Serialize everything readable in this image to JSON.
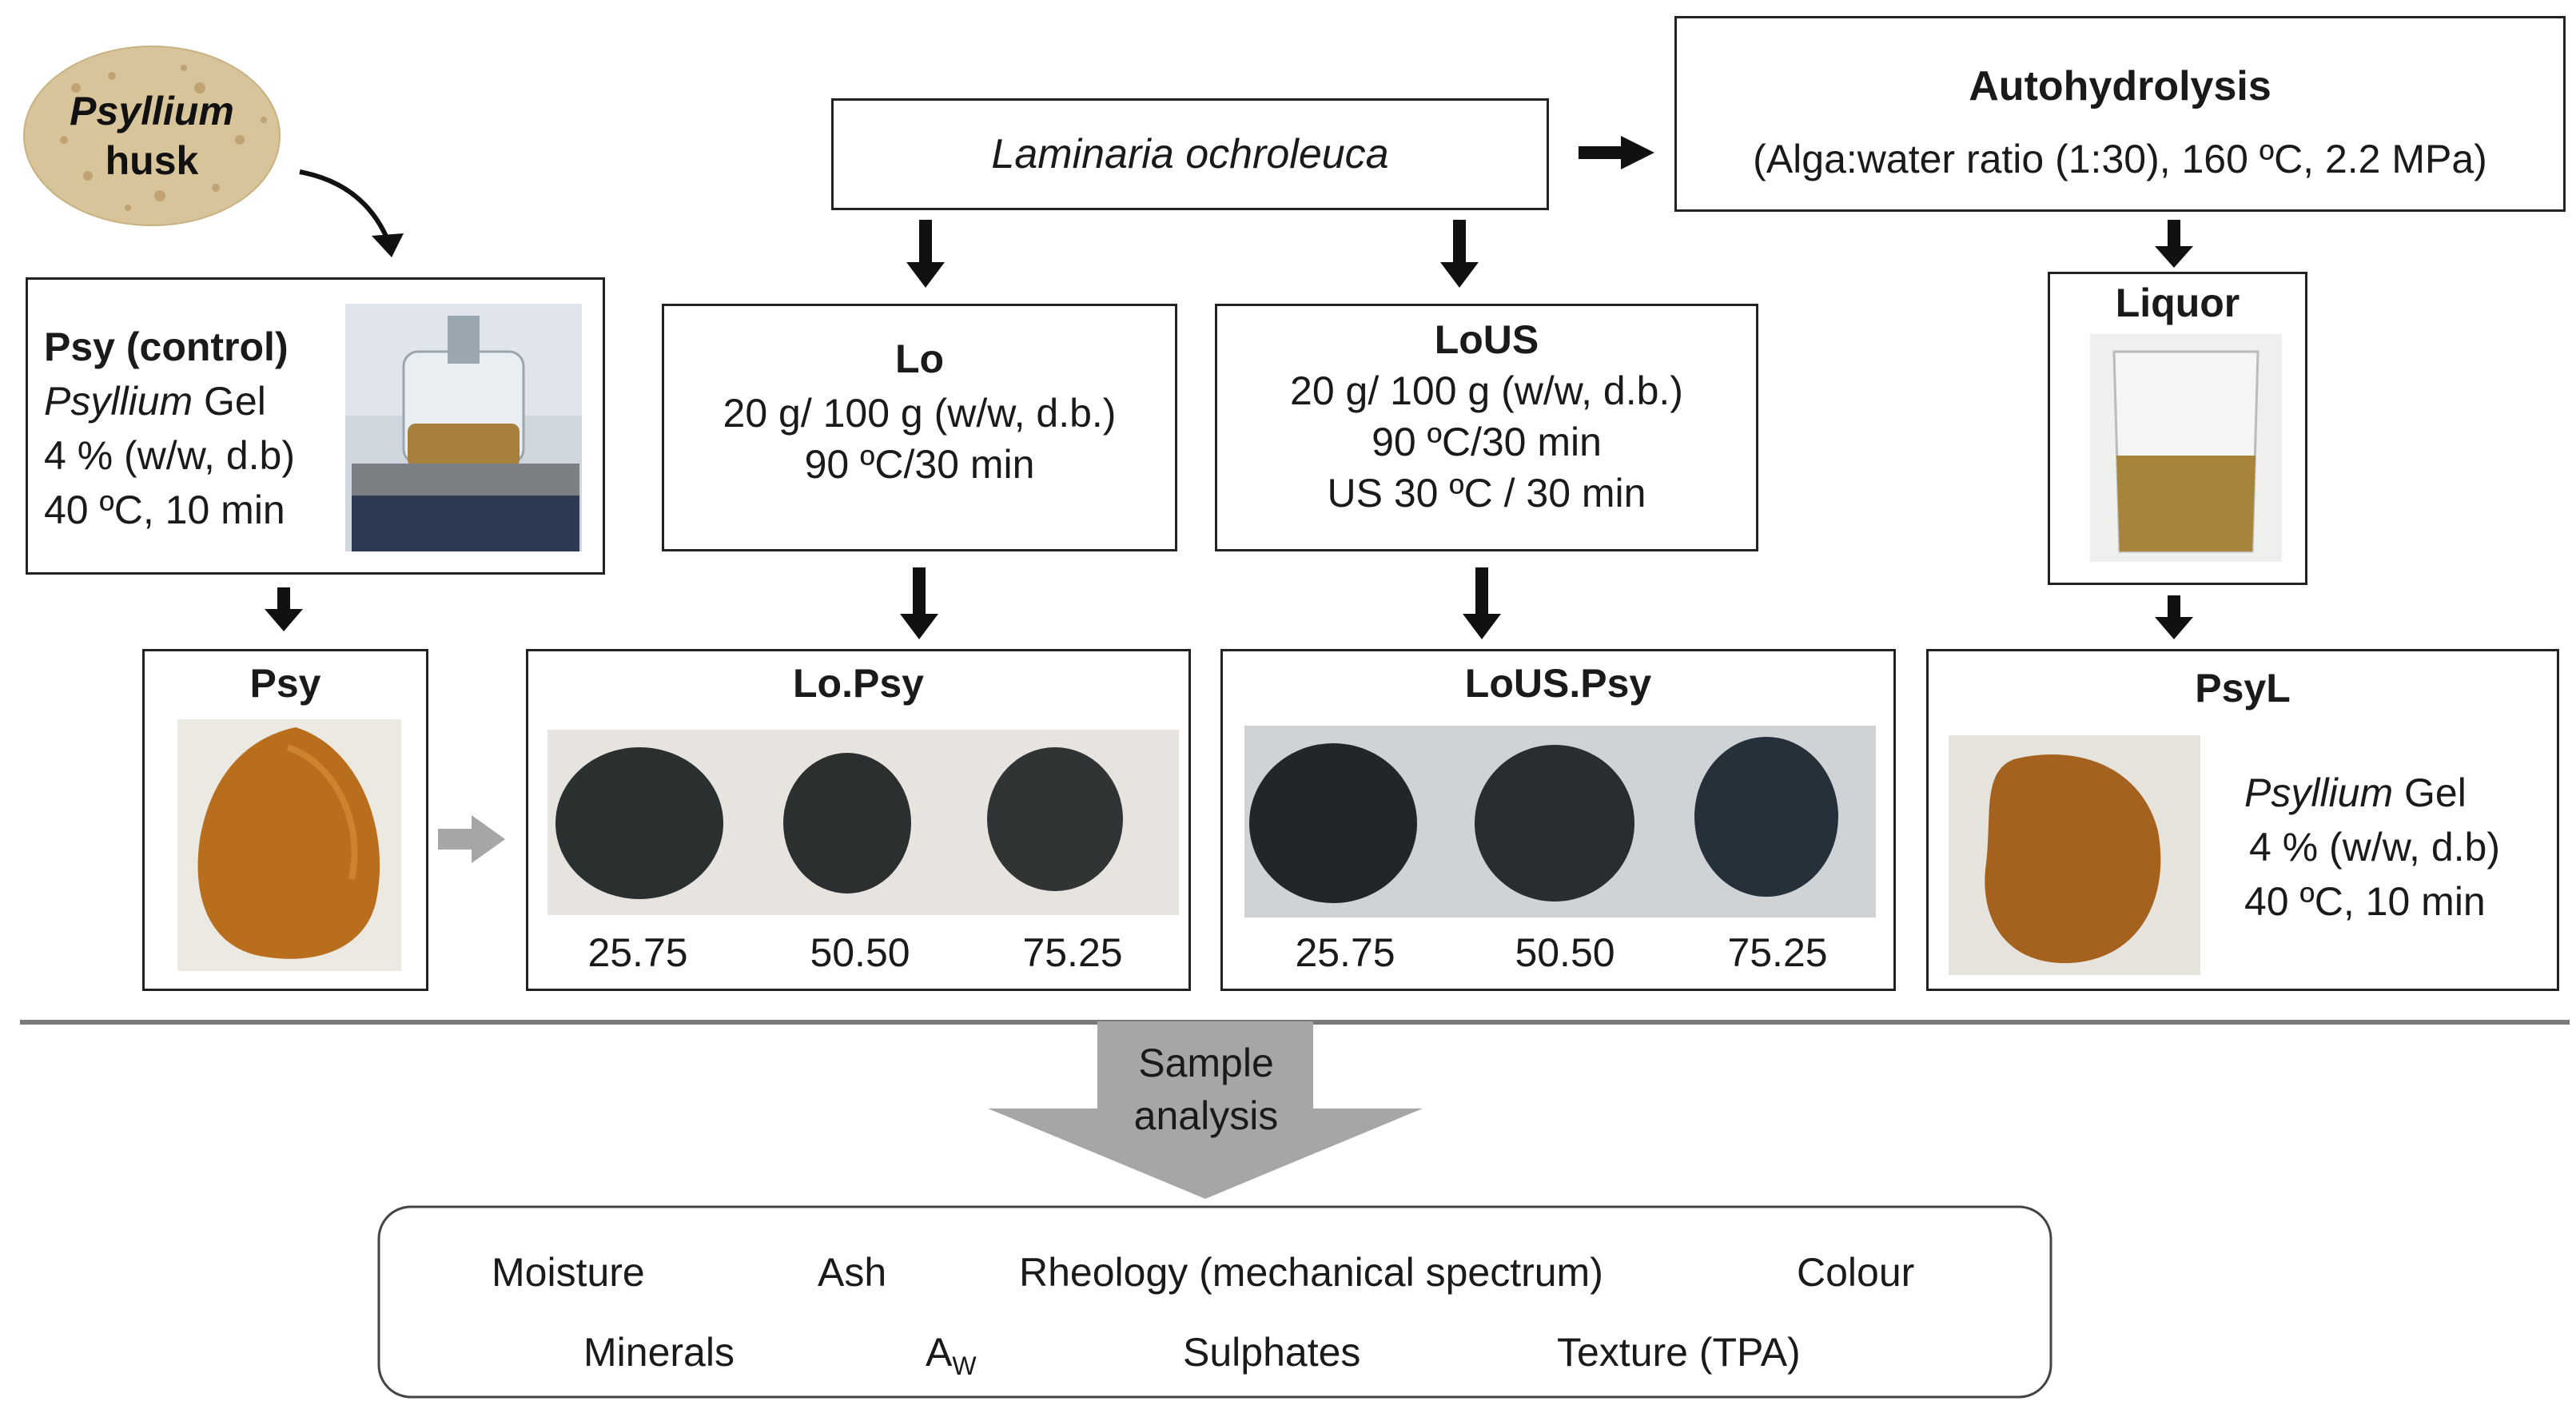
{
  "psyllium_husk": {
    "line1": "Psyllium",
    "line2": "husk"
  },
  "laminaria": {
    "label": "Laminaria ochroleuca"
  },
  "autohydrolysis": {
    "title": "Autohydrolysis",
    "detail": "(Alga:water ratio (1:30), 160 ºC, 2.2 MPa)"
  },
  "psy_control": {
    "title": "Psy (control)",
    "gel_italic": "Psyllium",
    "gel_rest": " Gel",
    "conc": "4 % (w/w, d.b)",
    "cond": "40 ºC, 10 min"
  },
  "lo": {
    "title": "Lo",
    "line1": "20 g/ 100 g (w/w, d.b.)",
    "line2": "90 ºC/30 min"
  },
  "lous": {
    "title": "LoUS",
    "line1": "20 g/ 100 g (w/w, d.b.)",
    "line2": "90 ºC/30 min",
    "line3": "US 30 ºC / 30 min"
  },
  "liquor": {
    "title": "Liquor"
  },
  "psy": {
    "title": "Psy"
  },
  "lo_psy": {
    "title": "Lo.Psy",
    "ratios": [
      "25.75",
      "50.50",
      "75.25"
    ]
  },
  "lous_psy": {
    "title": "LoUS.Psy",
    "ratios": [
      "25.75",
      "50.50",
      "75.25"
    ]
  },
  "psyl": {
    "title": "PsyL",
    "gel_italic": "Psyllium",
    "gel_rest": " Gel",
    "conc": "4 % (w/w, d.b)",
    "cond": "40 ºC, 10 min"
  },
  "sample_analysis": {
    "line1": "Sample",
    "line2": "analysis"
  },
  "analyses": {
    "moisture": "Moisture",
    "ash": "Ash",
    "rheology": "Rheology (mechanical spectrum)",
    "colour": "Colour",
    "minerals": "Minerals",
    "aw_main": "A",
    "aw_sub": "W",
    "sulphates": "Sulphates",
    "texture": "Texture (TPA)"
  },
  "colors": {
    "line": "#222222",
    "grey_arrow": "#a6a6a6",
    "gel": "#c07a1e",
    "dough": "#2b2e2d"
  }
}
